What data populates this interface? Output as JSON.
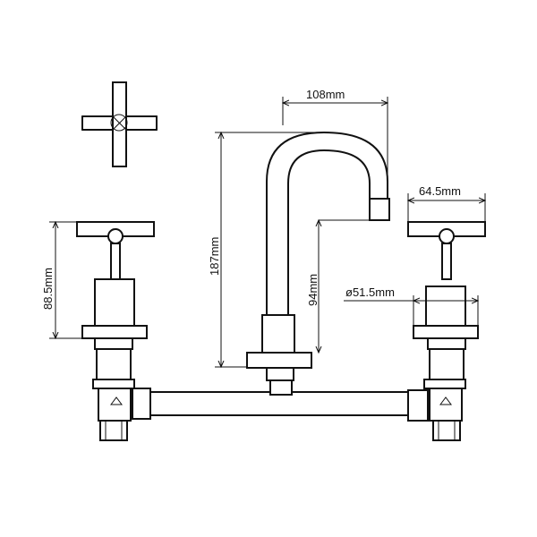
{
  "dimensions": {
    "spout_reach": "108mm",
    "spout_height": "187mm",
    "spout_clearance": "94mm",
    "handle_height": "88.5mm",
    "handle_width": "64.5mm",
    "flange_diameter": "ø51.5mm"
  }
}
